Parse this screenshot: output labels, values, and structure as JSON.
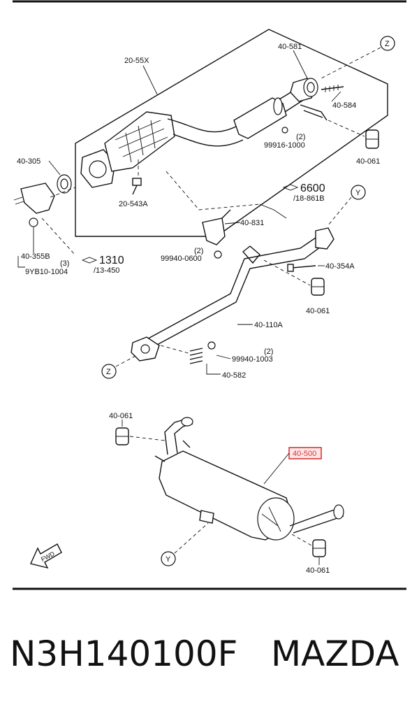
{
  "labels": {
    "pipe_front": "20-55X",
    "gasket_top": "40-581",
    "stud": "40-584",
    "ref_z_top": "Z",
    "qty_2a": "(2)",
    "nut_a": "99916-1000",
    "rubber_a": "40-061",
    "gasket_left": "40-305",
    "bolt_a": "20-543A",
    "ref_6600": "6600",
    "ref_6600_sub": "/18-861B",
    "ref_y_top": "Y",
    "bracket": "40-831",
    "qty_2b": "(2)",
    "nut_b": "99940-0600",
    "bracket_left": "40-355B",
    "qty_3": "(3)",
    "bolt_left": "9YB10-1004",
    "ref_1310": "1310",
    "ref_1310_sub": "/13-450",
    "bolt_b": "40-354A",
    "rubber_b": "40-061",
    "pipe_middle": "40-110A",
    "qty_2c": "(2)",
    "nut_c": "99940-1003",
    "ref_z_bottom": "Z",
    "spring": "40-582",
    "rubber_c": "40-061",
    "muffler": "40-500",
    "ref_y_bottom": "Y",
    "rubber_d": "40-061",
    "fwd": "FWD"
  },
  "caption": {
    "part_number": "N3H140100F",
    "brand": "MAZDA"
  },
  "colors": {
    "highlight": "#d23b3b",
    "line": "#111111"
  }
}
